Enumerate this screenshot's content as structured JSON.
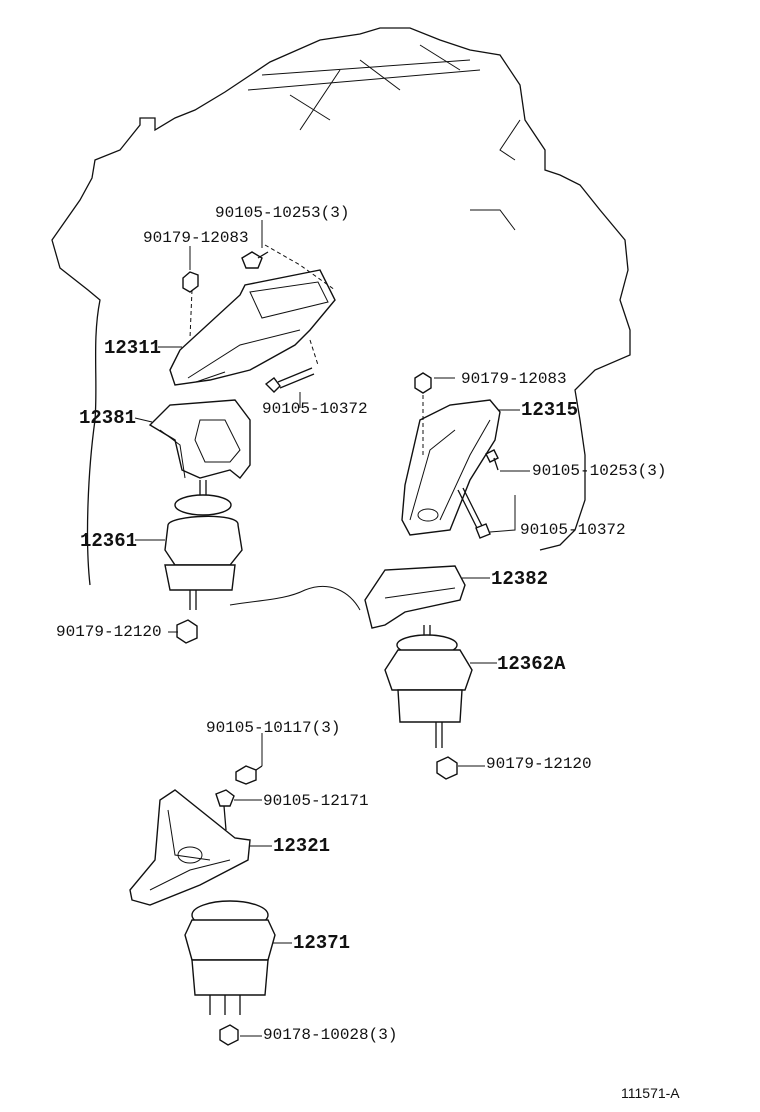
{
  "diagram": {
    "labels": {
      "p90105_10253_top": "90105-10253(3)",
      "p90179_12083_top": "90179-12083",
      "p12311": "12311",
      "p90105_10372_left": "90105-10372",
      "p12381": "12381",
      "p12361": "12361",
      "p90179_12120_left": "90179-12120",
      "p90179_12083_right": "90179-12083",
      "p12315": "12315",
      "p90105_10253_right": "90105-10253(3)",
      "p90105_10372_right": "90105-10372",
      "p12382": "12382",
      "p12362A": "12362A",
      "p90179_12120_right": "90179-12120",
      "p90105_10117": "90105-10117(3)",
      "p90105_12171": "90105-12171",
      "p12321": "12321",
      "p12371": "12371",
      "p90178_10028": "90178-10028(3)"
    },
    "figure_id": "111571-A"
  }
}
